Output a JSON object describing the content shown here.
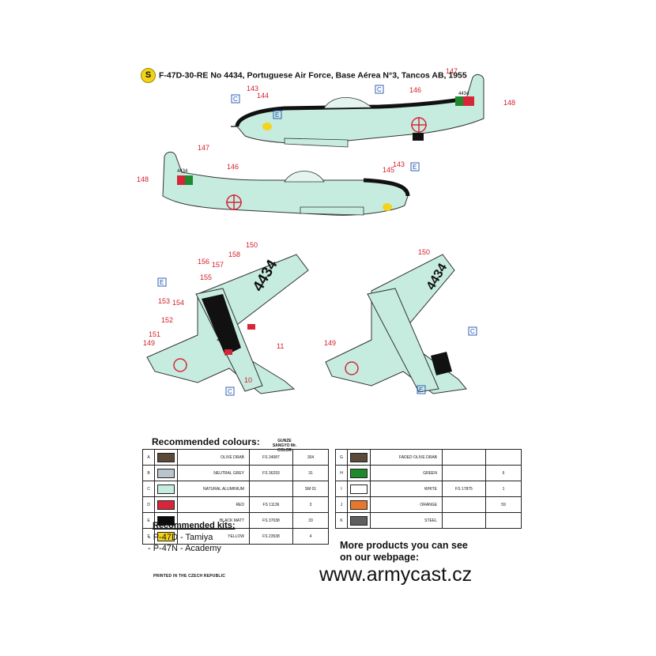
{
  "header": {
    "badge": "S",
    "title": "F-47D-30-RE No 4434, Portuguese Air Force, Base Aérea N°3, Tancos AB, 1955"
  },
  "callouts": {
    "c147a": "147",
    "c148a": "148",
    "c143a": "143",
    "c144a": "144",
    "c146a": "146",
    "c147b": "147",
    "c148b": "148",
    "c146b": "146",
    "c145b": "145",
    "c143b": "143",
    "c150a": "150",
    "c158": "158",
    "c156": "156",
    "c157": "157",
    "c155": "155",
    "c153": "153",
    "c154": "154",
    "c152": "152",
    "c151": "151",
    "c149a": "149",
    "c11": "11",
    "c10": "10",
    "c150b": "150",
    "c149b": "149"
  },
  "boxes": {
    "C": "C",
    "E": "E"
  },
  "serial": "4434",
  "tables": {
    "title": "Recommended colours:",
    "gunze_header": "GUNZE SANGYO Mr. COLOR",
    "left": [
      {
        "letter": "A",
        "swatch": "#5b4a3a",
        "name": "OLIVE DRAB",
        "fs": "FS 34087",
        "gunze": "304"
      },
      {
        "letter": "B",
        "swatch": "#b9c4cd",
        "name": "NEUTRAL GREY",
        "fs": "FS 36293",
        "gunze": "31"
      },
      {
        "letter": "C",
        "swatch": "#c6ece0",
        "name": "NATURAL ALUMINIUM",
        "fs": "",
        "gunze": "SM 01"
      },
      {
        "letter": "D",
        "swatch": "#d7263a",
        "name": "RED",
        "fs": "FS 11136",
        "gunze": "3"
      },
      {
        "letter": "E",
        "swatch": "#0b0b0b",
        "name": "BLACK MATT",
        "fs": "FS 37038",
        "gunze": "33"
      },
      {
        "letter": "F",
        "swatch": "#f4d31c",
        "name": "YELLOW",
        "fs": "FS 23538",
        "gunze": "4"
      }
    ],
    "right": [
      {
        "letter": "G",
        "swatch": "#5b4a3a",
        "name": "FADED OLIVE DRAB",
        "fs": "",
        "gunze": ""
      },
      {
        "letter": "H",
        "swatch": "#1f8a2d",
        "name": "GREEN",
        "fs": "",
        "gunze": "6"
      },
      {
        "letter": "I",
        "swatch": "#ffffff",
        "name": "WHITE",
        "fs": "FS 17875",
        "gunze": "1"
      },
      {
        "letter": "J",
        "swatch": "#e6782b",
        "name": "ORANGE",
        "fs": "",
        "gunze": "59"
      },
      {
        "letter": "K",
        "swatch": "#5e5e5e",
        "name": "STEEL",
        "fs": "",
        "gunze": ""
      }
    ]
  },
  "kits": {
    "title": "Recommended kits:",
    "items": [
      "- P-47D - Tamiya",
      "- P-47N - Academy"
    ]
  },
  "footer": {
    "printed": "PRINTED IN THE CZECH REPUBLIC",
    "promo1": "More products you can see",
    "promo2": "on our webpage:",
    "url": "www.armycast.cz"
  }
}
